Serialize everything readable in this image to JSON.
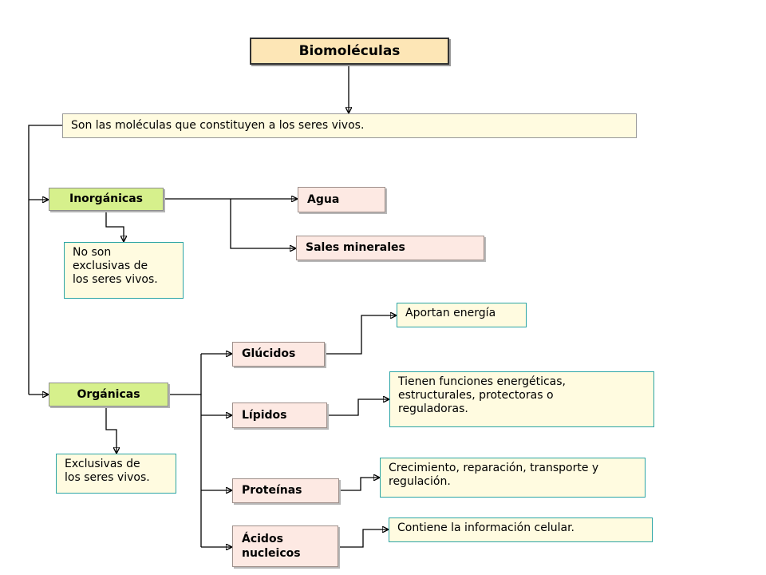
{
  "title": "Biomoléculas",
  "definition": "Son las moléculas que constituyen a los seres vivos.",
  "inorganicas": {
    "label": "Inorgánicas",
    "note": "No son\nexclusivas de\nlos seres vivos.",
    "items": [
      "Agua",
      "Sales minerales"
    ]
  },
  "organicas": {
    "label": "Orgánicas",
    "note": "Exclusivas de\nlos seres vivos.",
    "items": [
      {
        "label": "Glúcidos",
        "desc": "Aportan energía"
      },
      {
        "label": "Lípidos",
        "desc": "Tienen funciones energéticas,\nestructurales, protectoras o\nreguladoras."
      },
      {
        "label": "Proteínas",
        "desc": "Crecimiento, reparación, transporte y\nregulación."
      },
      {
        "label": "Ácidos\nnucleicos",
        "desc": "Contiene la información celular."
      }
    ]
  }
}
